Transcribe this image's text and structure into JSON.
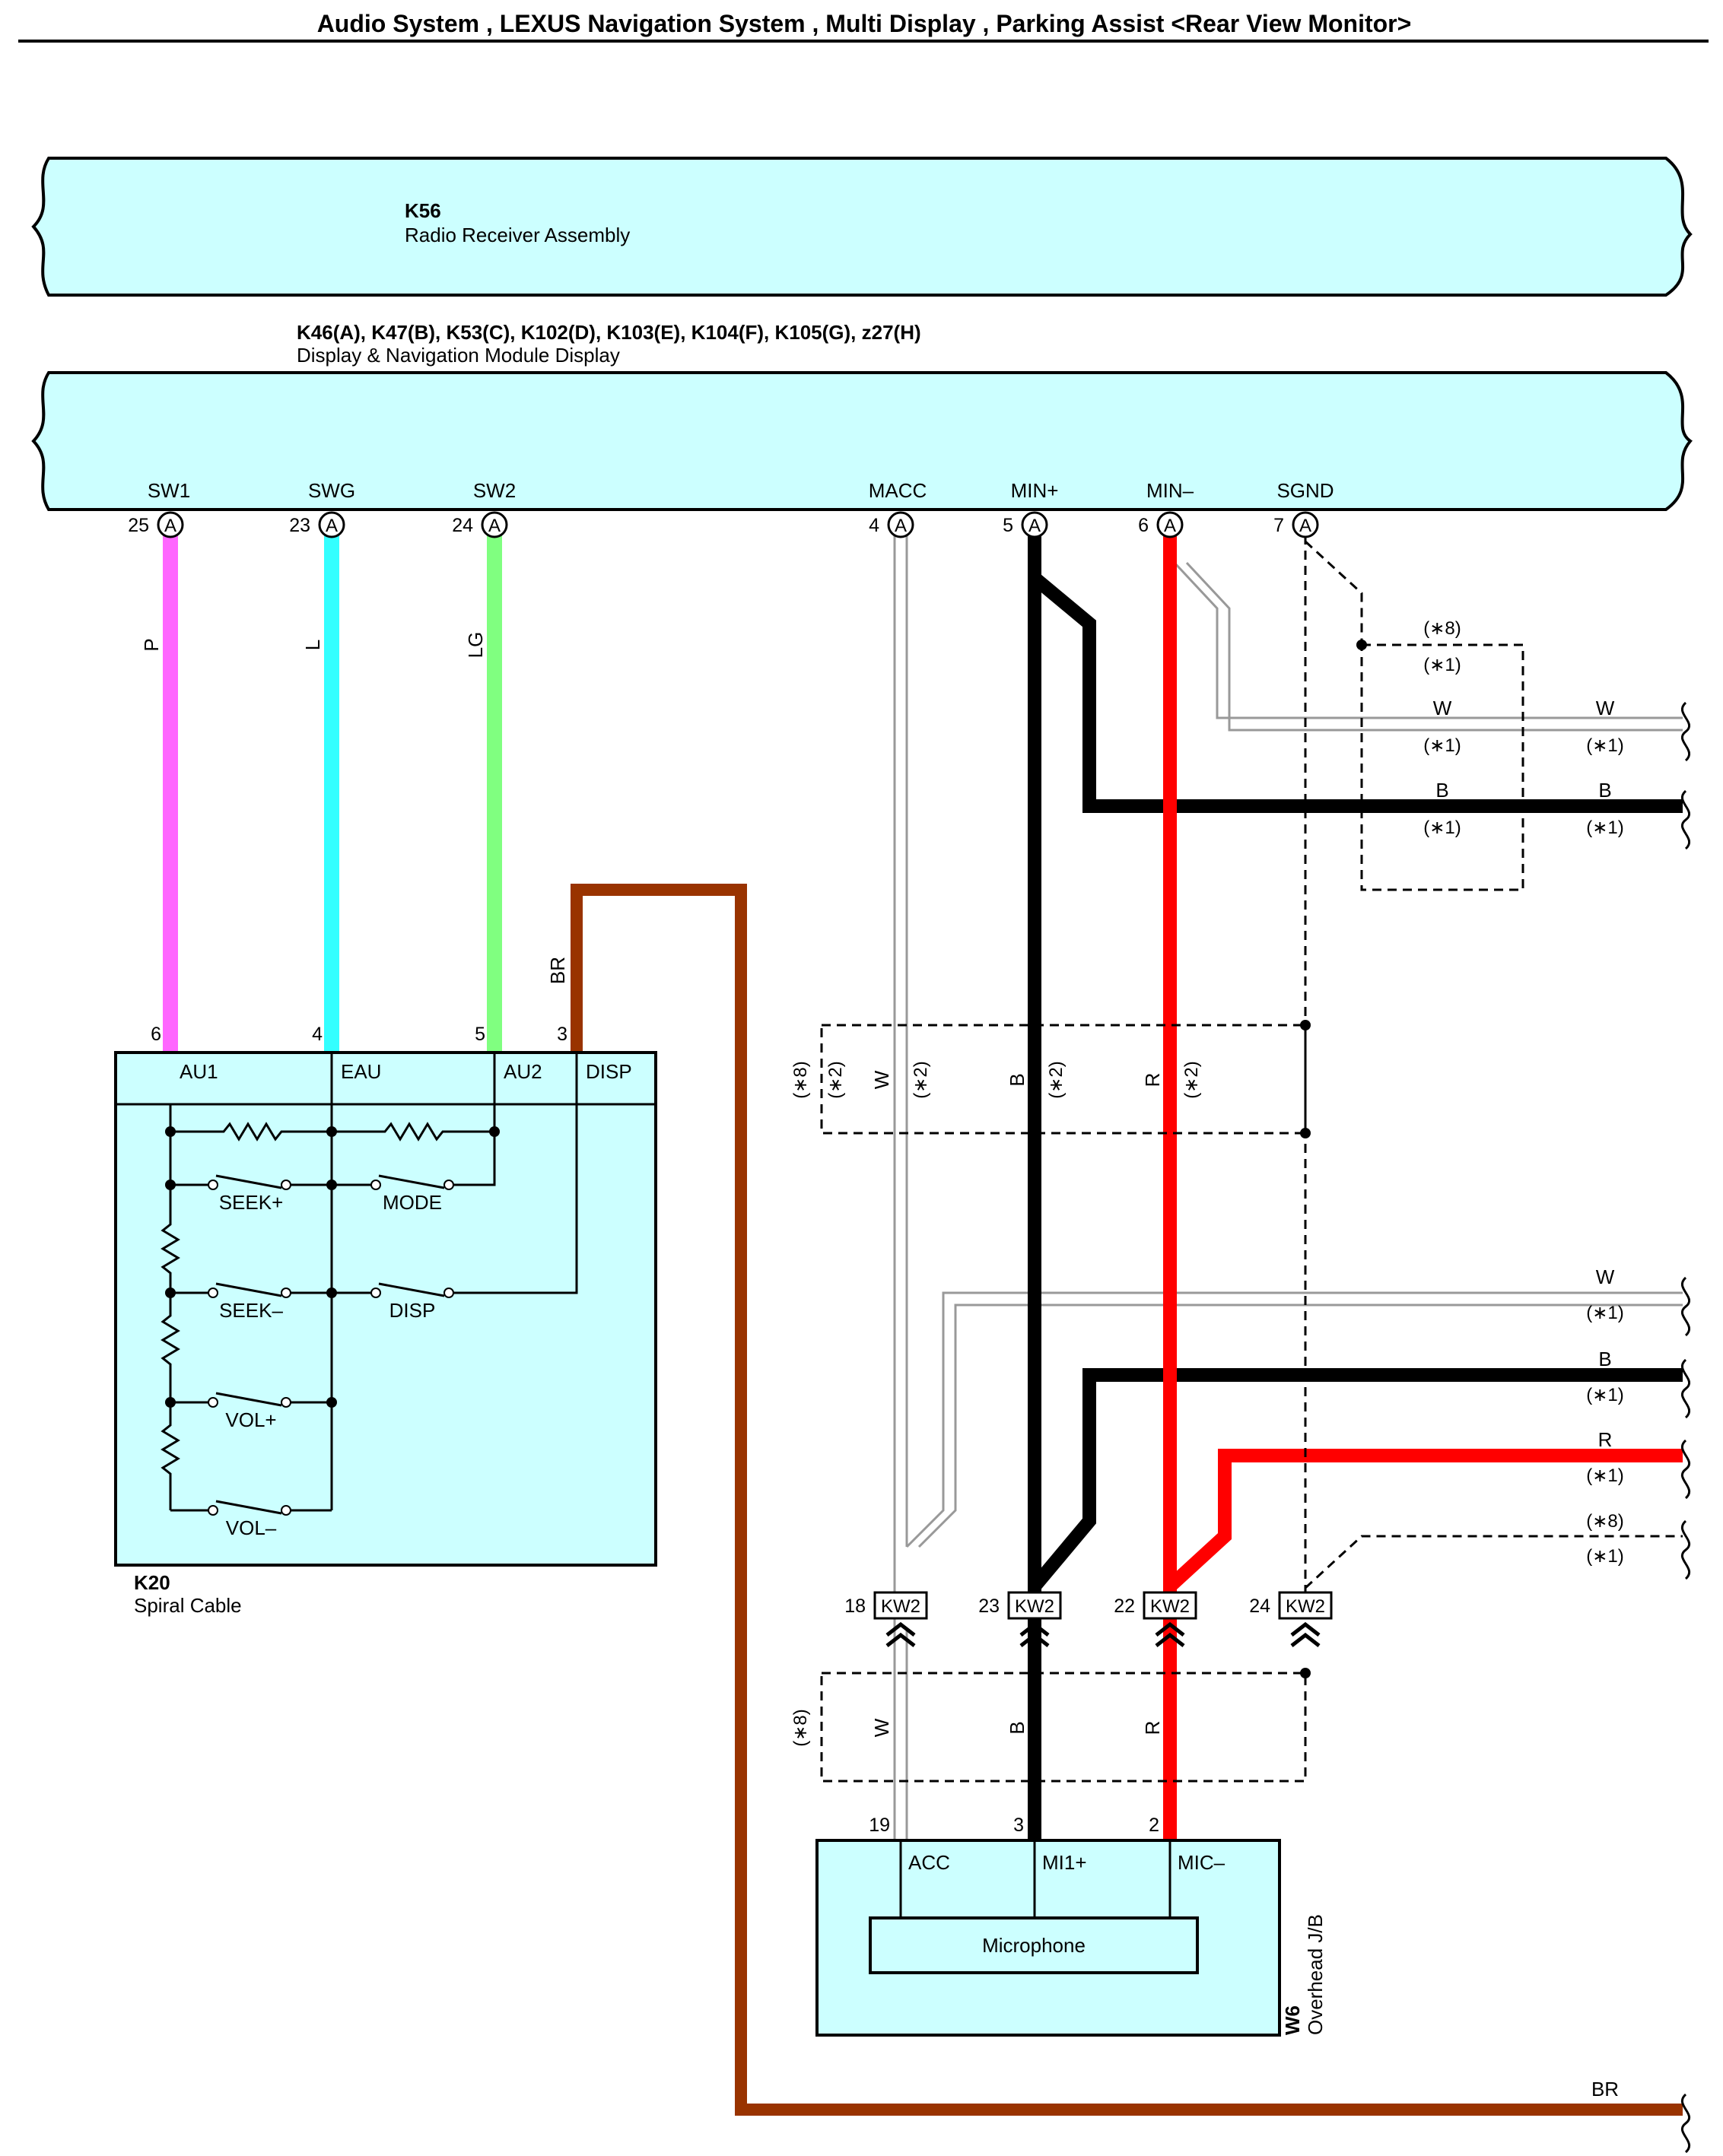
{
  "title": "Audio System , LEXUS Navigation System , Multi Display , Parking Assist <Rear View Monitor>",
  "k56": {
    "code": "K56",
    "name": "Radio Receiver Assembly"
  },
  "display": {
    "codes": "K46(A), K47(B), K53(C), K102(D), K103(E), K104(F), K105(G), z27(H)",
    "name": "Display & Navigation Module Display",
    "pins": [
      {
        "label": "SW1",
        "num": "25",
        "conn": "A"
      },
      {
        "label": "SWG",
        "num": "23",
        "conn": "A"
      },
      {
        "label": "SW2",
        "num": "24",
        "conn": "A"
      },
      {
        "label": "MACC",
        "num": "4",
        "conn": "A"
      },
      {
        "label": "MIN+",
        "num": "5",
        "conn": "A"
      },
      {
        "label": "MIN–",
        "num": "6",
        "conn": "A"
      },
      {
        "label": "SGND",
        "num": "7",
        "conn": "A"
      }
    ]
  },
  "wire_colors": {
    "p": "P",
    "l": "L",
    "lg": "LG",
    "br": "BR"
  },
  "colors": {
    "panel": "#ccffff",
    "wire_pink": "#ff66ff",
    "wire_cyan": "#33ffff",
    "wire_green": "#80ff80",
    "wire_brown": "#993300",
    "wire_red": "#ff0000",
    "wire_black": "#000000",
    "wire_white": "#a0a0a0"
  },
  "spiral": {
    "code": "K20",
    "name": "Spiral Cable",
    "pins": [
      {
        "num": "6",
        "label": "AU1"
      },
      {
        "num": "4",
        "label": "EAU"
      },
      {
        "num": "5",
        "label": "AU2"
      },
      {
        "num": "3",
        "label": "DISP"
      }
    ],
    "switches": [
      "SEEK+",
      "MODE",
      "SEEK–",
      "DISP",
      "VOL+",
      "VOL–"
    ]
  },
  "upper_splice": {
    "n8": "(∗8)",
    "n1": "(∗1)",
    "rows": [
      {
        "wire": "W",
        "note": "(∗1)"
      },
      {
        "wire": "B",
        "note": "(∗1)"
      }
    ],
    "right": [
      {
        "wire": "W",
        "note": "(∗1)"
      },
      {
        "wire": "B",
        "note": "(∗1)"
      }
    ]
  },
  "mid_shield": {
    "n8": "(∗8)",
    "n2": "(∗2)",
    "w": "W",
    "b": "B",
    "r": "R"
  },
  "lower_right": [
    {
      "wire": "W",
      "note": "(∗1)"
    },
    {
      "wire": "B",
      "note": "(∗1)"
    },
    {
      "wire": "R",
      "note": "(∗1)"
    },
    {
      "wire": "(∗8)",
      "note": "(∗1)"
    }
  ],
  "kw2": [
    {
      "num": "18",
      "label": "KW2"
    },
    {
      "num": "23",
      "label": "KW2"
    },
    {
      "num": "22",
      "label": "KW2"
    },
    {
      "num": "24",
      "label": "KW2"
    }
  ],
  "low_shield": {
    "n8": "(∗8)",
    "w": "W",
    "b": "B",
    "r": "R"
  },
  "overhead": {
    "code": "W6",
    "name": "Overhead J/B",
    "pins": [
      {
        "num": "19",
        "label": "ACC"
      },
      {
        "num": "3",
        "label": "MI1+"
      },
      {
        "num": "2",
        "label": "MIC–"
      }
    ],
    "inner": "Microphone"
  },
  "br_end": "BR"
}
